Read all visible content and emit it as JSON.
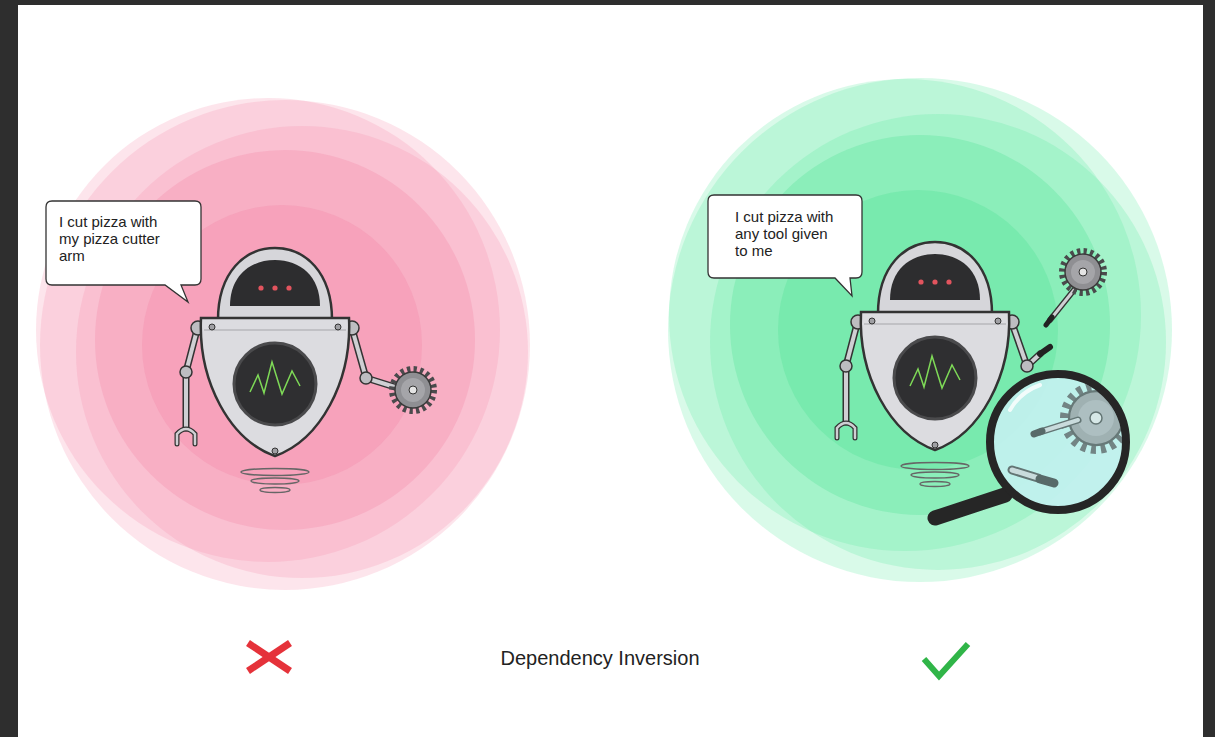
{
  "diagram": {
    "caption": "Dependency Inversion",
    "nodes": [
      {
        "text": [
          "I cut pizza with my pizza cutter arm"
        ]
      },
      {
        "text": [
          "I cut pizza with any tool given to me"
        ]
      }
    ]
  }
}
